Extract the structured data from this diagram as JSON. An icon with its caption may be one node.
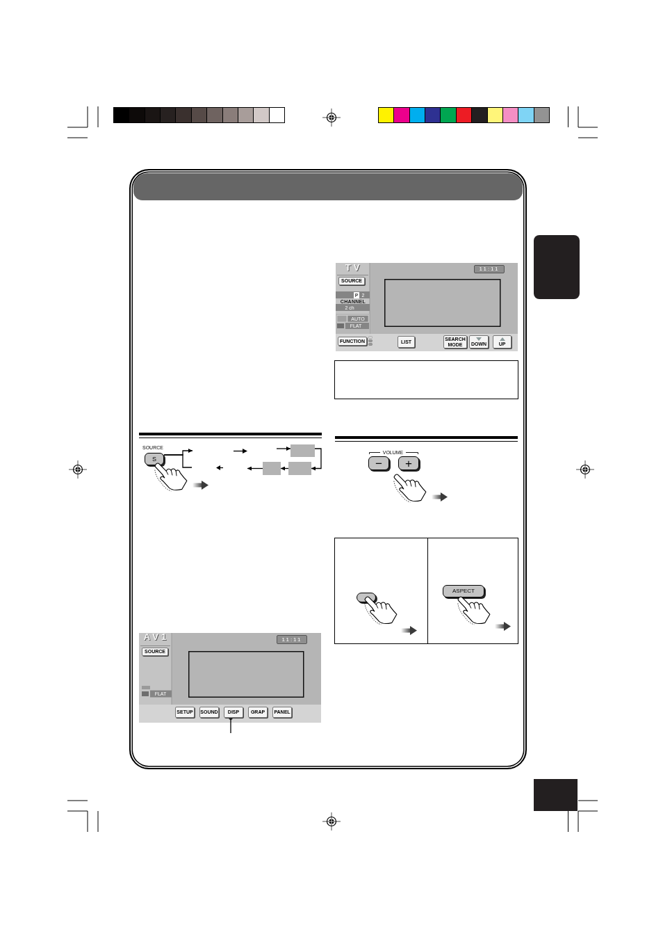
{
  "diagram": {
    "nodes": [
      {
        "text": [
          "S"
        ],
        "beside": [
          "SOURCE"
        ]
      },
      {
        "text": [],
        "shape": "box"
      },
      {
        "text": [],
        "shape": "box"
      },
      {
        "text": [],
        "shape": "box"
      },
      {
        "text": [
          "SOURCE"
        ]
      },
      {
        "text": [
          "SETUP"
        ]
      },
      {
        "text": [
          "SOUND"
        ]
      },
      {
        "text": [
          "DISP"
        ]
      },
      {
        "text": [
          "GRAP"
        ]
      },
      {
        "text": [
          "PANEL"
        ]
      },
      {
        "text": [
          "SOURCE"
        ]
      },
      {
        "text": [
          "FUNCTION"
        ]
      },
      {
        "text": [
          "LIST"
        ]
      },
      {
        "text": [
          "SEARCH MODE"
        ]
      },
      {
        "text": [
          "DOWN"
        ]
      },
      {
        "text": [
          "UP"
        ]
      },
      {
        "text": [],
        "shape": "box"
      },
      {
        "text": [
          "−"
        ]
      },
      {
        "text": [
          "+"
        ]
      },
      {
        "text": [],
        "shape": "box"
      },
      {
        "text": [
          "ASPECT"
        ]
      },
      {
        "text": [],
        "shape": "box"
      },
      {
        "text": [],
        "shape": "box"
      }
    ],
    "edges": [
      {
        "from": 0,
        "to": null,
        "arrow": "to"
      },
      {
        "from": null,
        "to": 0,
        "arrow": "none"
      },
      {
        "from": null,
        "to": 1,
        "arrow": "to"
      },
      {
        "from": 1,
        "to": 2,
        "arrow": "to"
      },
      {
        "from": 2,
        "to": 3,
        "arrow": "to"
      },
      {
        "from": 3,
        "to": null,
        "arrow": "to"
      },
      {
        "from": null,
        "to": 7,
        "arrow": "other"
      }
    ],
    "labels": [
      "AV1",
      "11:11",
      "FLAT",
      "TV",
      "11:11",
      "P",
      "2",
      "CHANNEL",
      "2 ch",
      "AUTO",
      "FLAT",
      "VOLUME"
    ]
  }
}
